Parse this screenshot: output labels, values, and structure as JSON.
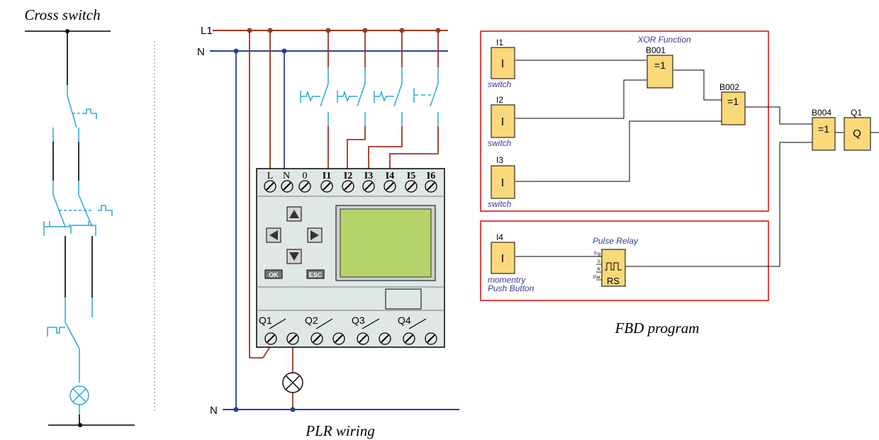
{
  "cross_switch": {
    "title": "Cross switch"
  },
  "plr": {
    "caption": "PLR wiring",
    "rail_l1": "L1",
    "rail_n_top": "N",
    "rail_n_bottom": "N",
    "terminals_top": [
      "L",
      "N",
      "0",
      "I1",
      "I2",
      "I3",
      "I4",
      "I5",
      "I6"
    ],
    "outputs": [
      "Q1",
      "Q2",
      "Q3",
      "Q4"
    ],
    "ok_label": "OK",
    "esc_label": "ESC"
  },
  "fbd": {
    "caption": "FBD program",
    "xor_title": "XOR Function",
    "pulse_title": "Pulse Relay",
    "inputs": [
      {
        "name": "I1",
        "symbol": "I",
        "label": "switch"
      },
      {
        "name": "I2",
        "symbol": "I",
        "label": "switch"
      },
      {
        "name": "I3",
        "symbol": "I",
        "label": "switch"
      },
      {
        "name": "I4",
        "symbol": "I",
        "label_line1": "momentry",
        "label_line2": "Push Button"
      }
    ],
    "blocks": [
      {
        "name": "B001",
        "func": "=1"
      },
      {
        "name": "B002",
        "func": "=1"
      },
      {
        "name": "B004",
        "func": "=1"
      }
    ],
    "output": {
      "name": "Q1",
      "symbol": "Q"
    },
    "rs": {
      "pins": [
        "Trg",
        "S",
        "R",
        "Par"
      ],
      "label": "RS"
    }
  }
}
